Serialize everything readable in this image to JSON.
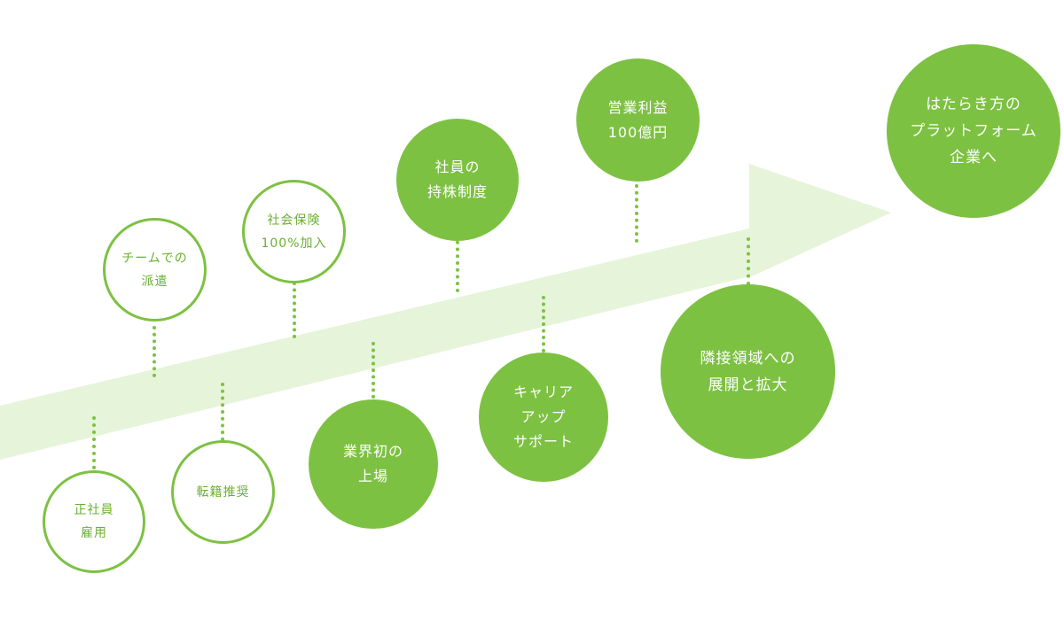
{
  "colors": {
    "accent": "#7dc142",
    "outline_text": "#6ab02f",
    "arrow": "#e6f4da",
    "background": "#ffffff"
  },
  "milestones": [
    {
      "id": "seishain",
      "style": "outline",
      "lines": [
        "正社員",
        "雇用"
      ]
    },
    {
      "id": "team-haken",
      "style": "outline",
      "lines": [
        "チームでの",
        "派遣"
      ]
    },
    {
      "id": "tenseki",
      "style": "outline",
      "lines": [
        "転籍推奨"
      ]
    },
    {
      "id": "shakai-hoken",
      "style": "outline",
      "lines": [
        "社会保険",
        "100%加入"
      ]
    },
    {
      "id": "jojo",
      "style": "filled",
      "lines": [
        "業界初の",
        "上場"
      ]
    },
    {
      "id": "mochikabu",
      "style": "filled",
      "lines": [
        "社員の",
        "持株制度"
      ]
    },
    {
      "id": "career",
      "style": "filled",
      "lines": [
        "キャリア",
        "アップ",
        "サポート"
      ]
    },
    {
      "id": "rieki",
      "style": "filled",
      "lines": [
        "営業利益",
        "100億円"
      ]
    },
    {
      "id": "ryoiki",
      "style": "filled",
      "lines": [
        "隣接領域への",
        "展開と拡大"
      ]
    },
    {
      "id": "platform",
      "style": "filled",
      "lines": [
        "はたらき方の",
        "プラットフォーム",
        "企業へ"
      ]
    }
  ]
}
